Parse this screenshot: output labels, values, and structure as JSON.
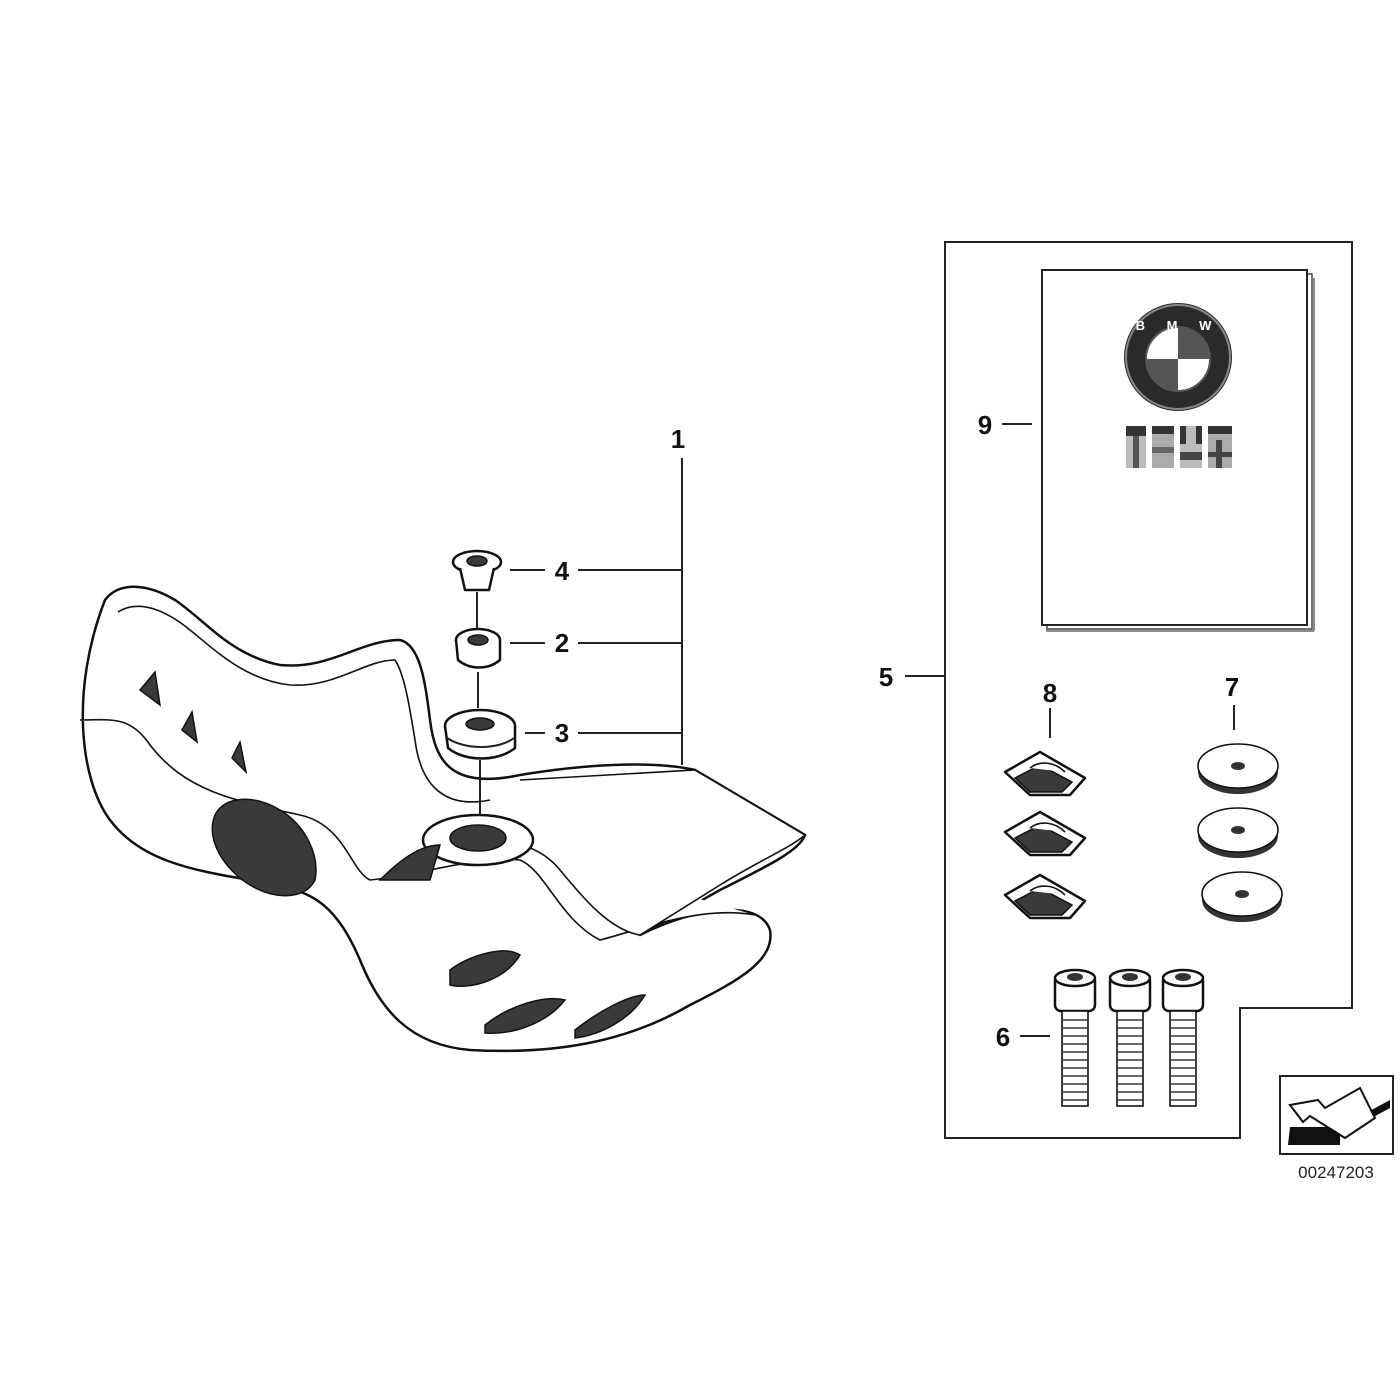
{
  "diagram": {
    "callouts": {
      "c1": "1",
      "c2": "2",
      "c3": "3",
      "c4": "4",
      "c5": "5",
      "c6": "6",
      "c7": "7",
      "c8": "8",
      "c9": "9"
    },
    "logo_text": "B M W",
    "reference_number": "00247203"
  }
}
